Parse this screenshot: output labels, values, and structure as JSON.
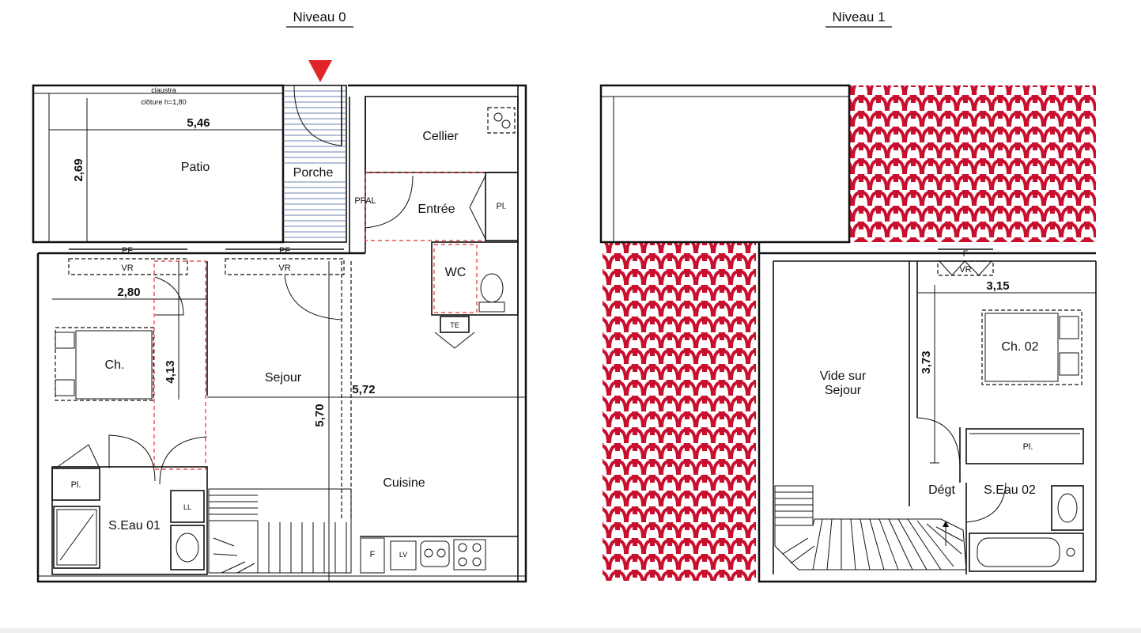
{
  "levels": {
    "level0": {
      "title": "Niveau 0",
      "rooms": {
        "patio": "Patio",
        "porche": "Porche",
        "cellier": "Cellier",
        "entree": "Entrée",
        "ppal": "PPAL",
        "placard_entree": "Pl.",
        "wc": "WC",
        "te": "TE",
        "chambre": "Ch.",
        "sejour": "Sejour",
        "cuisine": "Cuisine",
        "sdeau": "S.Eau 01",
        "placard_sdeau": "Pl.",
        "ll": "LL",
        "lv": "LV",
        "frigo": "F"
      },
      "labels": {
        "claustra": "claustra",
        "cloture": "clôture h=1,80",
        "pf_left": "PF",
        "vr_left": "VR",
        "pf_right": "PF",
        "vr_right": "VR"
      },
      "dimensions": {
        "patio_width": "5,46",
        "patio_depth": "2,69",
        "chambre_width": "2,80",
        "chambre_depth": "4,13",
        "sejour_width": "5,72",
        "sejour_depth": "5,70"
      }
    },
    "level1": {
      "title": "Niveau 1",
      "rooms": {
        "vide_line1": "Vide sur",
        "vide_line2": "Sejour",
        "chambre02": "Ch. 02",
        "placard": "Pl.",
        "degt": "Dégt",
        "sdeau02": "S.Eau 02"
      },
      "labels": {
        "f": "F",
        "vr": "VR"
      },
      "dimensions": {
        "chambre_width": "3,15",
        "chambre_depth": "3,73"
      }
    }
  },
  "colors": {
    "roof_tile": "#c8102e",
    "dashed_marker": "#e53030",
    "entrance_arrow": "#e0252a",
    "wall": "#111111"
  }
}
